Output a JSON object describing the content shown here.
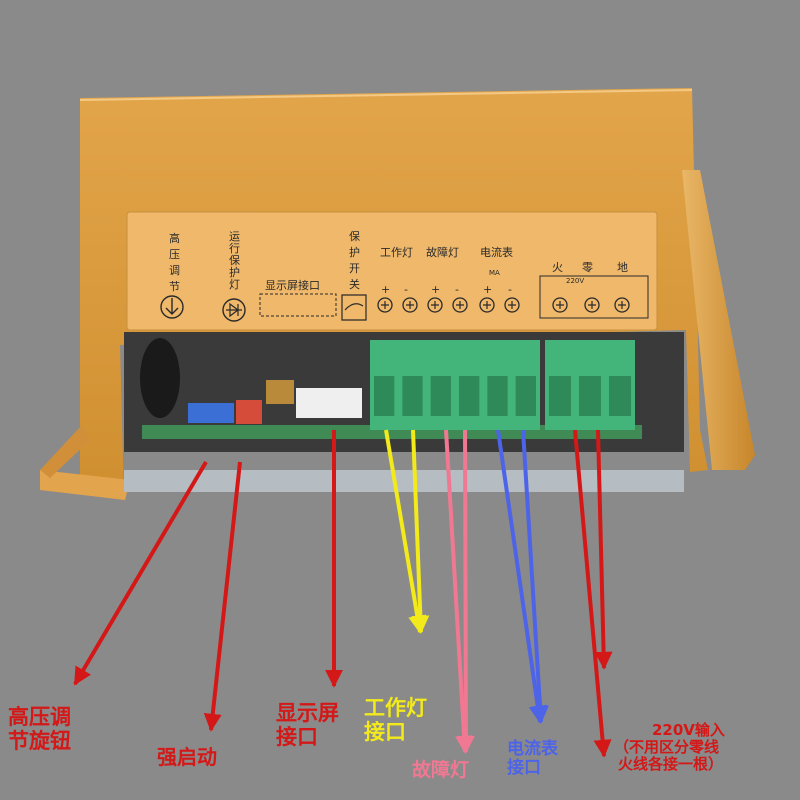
{
  "panel": {
    "hv_adjust": [
      "高",
      "压",
      "调",
      "节"
    ],
    "run_protect_lamp": [
      "运",
      "行",
      "保",
      "护",
      "灯"
    ],
    "display_port": "显示屏接口",
    "protect_switch": [
      "保",
      "护",
      "开",
      "关"
    ],
    "work_lamp": "工作灯",
    "fault_lamp": "故障灯",
    "ammeter": "电流表",
    "ammeter_symbol": "MA",
    "live": "火",
    "neutral": "零",
    "ground": "地",
    "voltage": "220V",
    "plus": "+",
    "minus": "-"
  },
  "callouts": {
    "hv_knob": [
      "高压调",
      "节旋钮"
    ],
    "force_start": "强启动",
    "display_port": [
      "显示屏",
      "接口"
    ],
    "work_lamp": [
      "工作灯",
      "接口"
    ],
    "fault_lamp": "故障灯",
    "ammeter_port": [
      "电流表",
      "接口"
    ],
    "power_input": [
      "220V输入",
      "（不用区分零线",
      "火线各接一根）"
    ]
  },
  "colors": {
    "background": "#8a8a8a",
    "housing": "#d99a3a",
    "red_arrow": "#d41818",
    "yellow_arrow": "#f2ea1a",
    "pink_arrow": "#f07892",
    "blue_arrow": "#4e64e8",
    "terminal_green": "#44b57a"
  }
}
